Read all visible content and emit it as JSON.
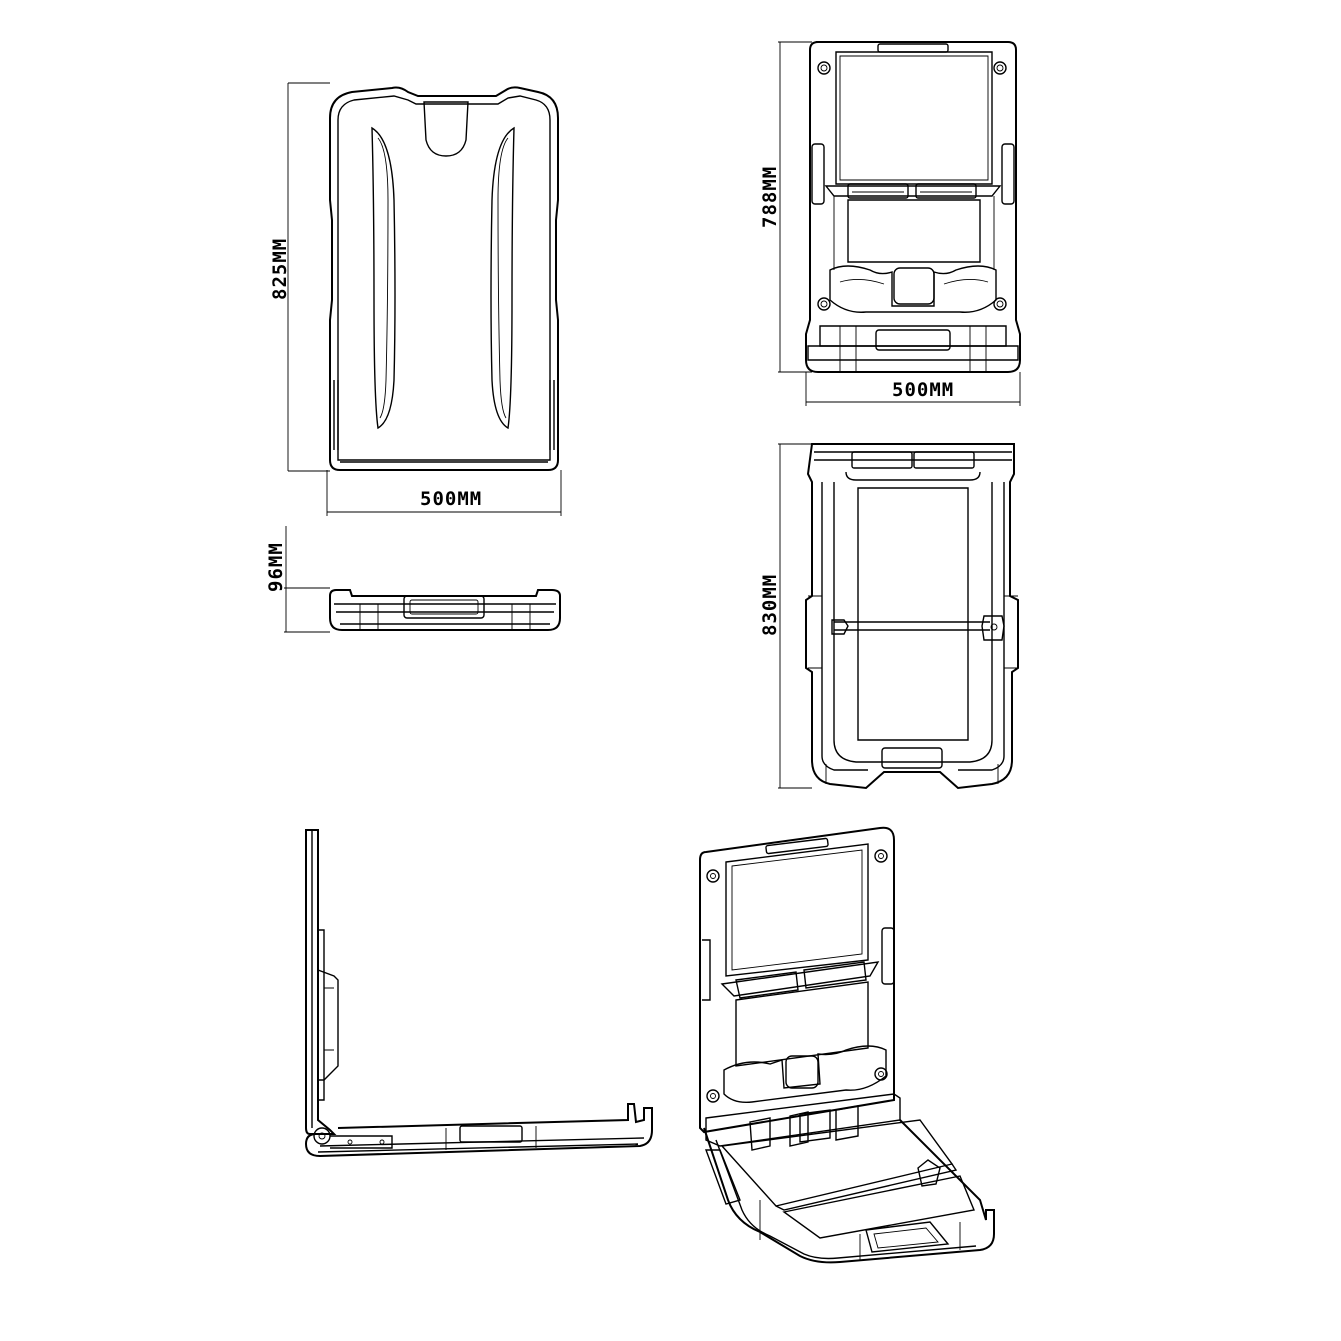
{
  "dimensions": {
    "back_height": "825MM",
    "back_width": "500MM",
    "depth_closed": "96MM",
    "front_height": "788MM",
    "front_width": "500MM",
    "open_length": "830MM"
  }
}
